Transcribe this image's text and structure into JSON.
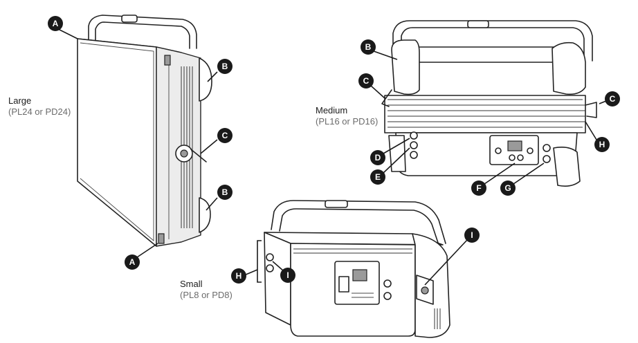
{
  "fixtures": [
    {
      "id": "large",
      "name": "Large",
      "models": "(PL24 or PD24)"
    },
    {
      "id": "medium",
      "name": "Medium",
      "models": "(PL16 or PD16)"
    },
    {
      "id": "small",
      "name": "Small",
      "models": "(PL8 or PD8)"
    }
  ],
  "callouts": {
    "large": [
      "A",
      "B",
      "C",
      "B",
      "A"
    ],
    "medium": [
      "B",
      "C",
      "C",
      "H",
      "D",
      "E",
      "F",
      "G"
    ],
    "small": [
      "I",
      "H",
      "I"
    ]
  },
  "colors": {
    "ink": "#1a1a1a",
    "model_text": "#6b6b6b"
  }
}
